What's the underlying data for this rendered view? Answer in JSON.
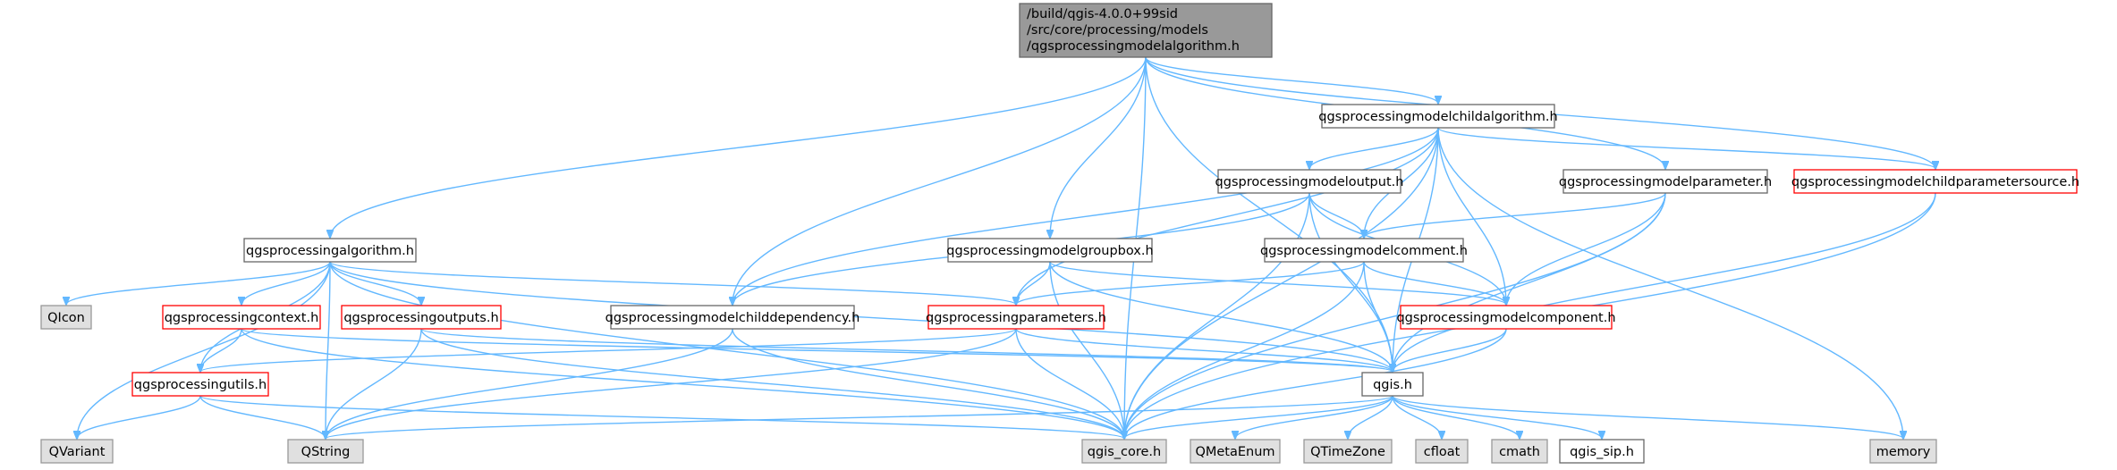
{
  "colors": {
    "edge": "#63b8ff",
    "root_fill": "#999999",
    "root_stroke": "#666666",
    "normal_fill": "#ffffff",
    "normal_stroke": "#666666",
    "incomplete_stroke": "#ff0000",
    "external_fill": "#e0e0e0",
    "external_stroke": "#999999"
  },
  "nodes": {
    "root": {
      "lines": [
        "/build/qgis-4.0.0+99sid",
        "/src/core/processing/models",
        "/qgsprocessingmodelalgorithm.h"
      ],
      "style": "root"
    },
    "childalg": {
      "lines": [
        "qgsprocessingmodelchildalgorithm.h"
      ],
      "style": "normal"
    },
    "output": {
      "lines": [
        "qgsprocessingmodeloutput.h"
      ],
      "style": "normal"
    },
    "parameter": {
      "lines": [
        "qgsprocessingmodelparameter.h"
      ],
      "style": "normal"
    },
    "childparamsrc": {
      "lines": [
        "qgsprocessingmodelchildparametersource.h"
      ],
      "style": "incomplete"
    },
    "algorithm": {
      "lines": [
        "qgsprocessingalgorithm.h"
      ],
      "style": "normal"
    },
    "groupbox": {
      "lines": [
        "qgsprocessingmodelgroupbox.h"
      ],
      "style": "normal"
    },
    "comment": {
      "lines": [
        "qgsprocessingmodelcomment.h"
      ],
      "style": "normal"
    },
    "qicon": {
      "lines": [
        "QIcon"
      ],
      "style": "external"
    },
    "context": {
      "lines": [
        "qgsprocessingcontext.h"
      ],
      "style": "incomplete"
    },
    "outputs": {
      "lines": [
        "qgsprocessingoutputs.h"
      ],
      "style": "incomplete"
    },
    "childdep": {
      "lines": [
        "qgsprocessingmodelchilddependency.h"
      ],
      "style": "normal"
    },
    "parameters": {
      "lines": [
        "qgsprocessingparameters.h"
      ],
      "style": "incomplete"
    },
    "component": {
      "lines": [
        "qgsprocessingmodelcomponent.h"
      ],
      "style": "incomplete"
    },
    "utils": {
      "lines": [
        "qgsprocessingutils.h"
      ],
      "style": "incomplete"
    },
    "qgis": {
      "lines": [
        "qgis.h"
      ],
      "style": "normal"
    },
    "qvariant": {
      "lines": [
        "QVariant"
      ],
      "style": "external"
    },
    "qstring": {
      "lines": [
        "QString"
      ],
      "style": "external"
    },
    "qgis_core": {
      "lines": [
        "qgis_core.h"
      ],
      "style": "external"
    },
    "qmetaenum": {
      "lines": [
        "QMetaEnum"
      ],
      "style": "external"
    },
    "qtimezone": {
      "lines": [
        "QTimeZone"
      ],
      "style": "external"
    },
    "cfloat": {
      "lines": [
        "cfloat"
      ],
      "style": "external"
    },
    "cmath": {
      "lines": [
        "cmath"
      ],
      "style": "external"
    },
    "qgis_sip": {
      "lines": [
        "qgis_sip.h"
      ],
      "style": "normal"
    },
    "memory": {
      "lines": [
        "memory"
      ],
      "style": "external"
    }
  },
  "edges": [
    [
      "root",
      "childalg"
    ],
    [
      "root",
      "algorithm"
    ],
    [
      "root",
      "groupbox"
    ],
    [
      "root",
      "childdep"
    ],
    [
      "root",
      "parameter"
    ],
    [
      "root",
      "childparamsrc"
    ],
    [
      "root",
      "qgis"
    ],
    [
      "root",
      "qgis_core"
    ],
    [
      "childalg",
      "output"
    ],
    [
      "childalg",
      "comment"
    ],
    [
      "childalg",
      "component"
    ],
    [
      "childalg",
      "childparamsrc"
    ],
    [
      "childalg",
      "childdep"
    ],
    [
      "childalg",
      "parameters"
    ],
    [
      "childalg",
      "qgis"
    ],
    [
      "childalg",
      "qgis_core"
    ],
    [
      "childalg",
      "memory"
    ],
    [
      "output",
      "comment"
    ],
    [
      "output",
      "component"
    ],
    [
      "output",
      "childdep"
    ],
    [
      "output",
      "qgis"
    ],
    [
      "output",
      "qgis_core"
    ],
    [
      "parameter",
      "comment"
    ],
    [
      "parameter",
      "component"
    ],
    [
      "parameter",
      "qgis"
    ],
    [
      "parameter",
      "qgis_core"
    ],
    [
      "childparamsrc",
      "qgis"
    ],
    [
      "childparamsrc",
      "qgis_core"
    ],
    [
      "algorithm",
      "qicon"
    ],
    [
      "algorithm",
      "context"
    ],
    [
      "algorithm",
      "outputs"
    ],
    [
      "algorithm",
      "parameters"
    ],
    [
      "algorithm",
      "utils"
    ],
    [
      "algorithm",
      "qgis"
    ],
    [
      "algorithm",
      "qvariant"
    ],
    [
      "algorithm",
      "qstring"
    ],
    [
      "algorithm",
      "qgis_core"
    ],
    [
      "groupbox",
      "parameters"
    ],
    [
      "groupbox",
      "component"
    ],
    [
      "groupbox",
      "qgis"
    ],
    [
      "groupbox",
      "qgis_core"
    ],
    [
      "comment",
      "component"
    ],
    [
      "comment",
      "parameters"
    ],
    [
      "comment",
      "qgis"
    ],
    [
      "comment",
      "qgis_core"
    ],
    [
      "context",
      "utils"
    ],
    [
      "context",
      "qgis"
    ],
    [
      "context",
      "qgis_core"
    ],
    [
      "outputs",
      "qstring"
    ],
    [
      "outputs",
      "qgis"
    ],
    [
      "outputs",
      "qgis_core"
    ],
    [
      "childdep",
      "qstring"
    ],
    [
      "childdep",
      "qgis_core"
    ],
    [
      "parameters",
      "utils"
    ],
    [
      "parameters",
      "qgis"
    ],
    [
      "parameters",
      "qstring"
    ],
    [
      "parameters",
      "qgis_core"
    ],
    [
      "component",
      "qgis"
    ],
    [
      "component",
      "qgis_core"
    ],
    [
      "utils",
      "qvariant"
    ],
    [
      "utils",
      "qstring"
    ],
    [
      "utils",
      "qgis_core"
    ],
    [
      "qgis",
      "qstring"
    ],
    [
      "qgis",
      "qgis_core"
    ],
    [
      "qgis",
      "qmetaenum"
    ],
    [
      "qgis",
      "qtimezone"
    ],
    [
      "qgis",
      "cfloat"
    ],
    [
      "qgis",
      "cmath"
    ],
    [
      "qgis",
      "qgis_sip"
    ],
    [
      "qgis",
      "memory"
    ]
  ]
}
